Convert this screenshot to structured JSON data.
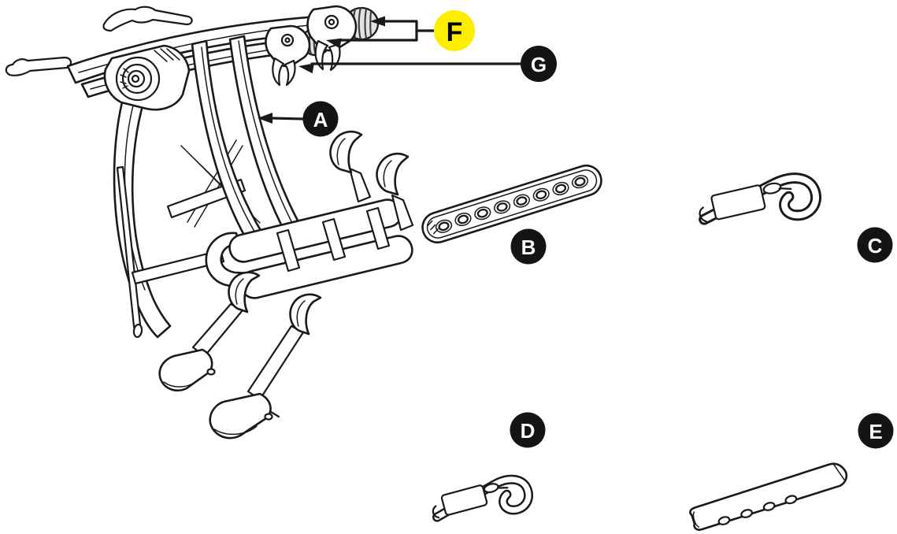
{
  "diagram": {
    "kind": "exploded-parts-diagram",
    "subject": "trunk-mount bike rack with lettered part callouts",
    "callouts": [
      {
        "id": "A",
        "letter": "A",
        "variant": "standard",
        "points_to": "rack-frame-assembly"
      },
      {
        "id": "B",
        "letter": "B",
        "variant": "standard",
        "points_to": "strap-with-holes"
      },
      {
        "id": "C",
        "letter": "C",
        "variant": "standard",
        "points_to": "large-hook"
      },
      {
        "id": "D",
        "letter": "D",
        "variant": "standard",
        "points_to": "small-hook"
      },
      {
        "id": "E",
        "letter": "E",
        "variant": "standard",
        "points_to": "tapered-strap"
      },
      {
        "id": "F",
        "letter": "F",
        "variant": "highlighted",
        "points_to": "tightening-knobs"
      },
      {
        "id": "G",
        "letter": "G",
        "variant": "standard",
        "points_to": "ratchet-clamp-arm"
      }
    ],
    "colors": {
      "background": "#ffffff",
      "line": "#1a1a1a",
      "callout_fill": "#141414",
      "callout_letter": "#ffffff",
      "highlight_fill": "#fdee00",
      "highlight_letter": "#000000"
    }
  }
}
